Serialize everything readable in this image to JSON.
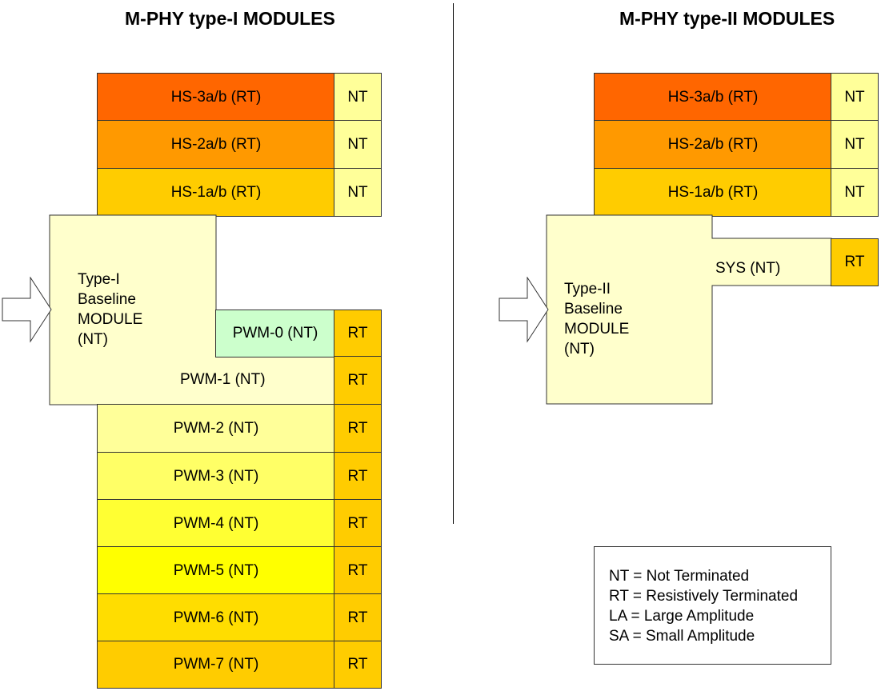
{
  "titles": {
    "left": "M-PHY type-I MODULES",
    "right": "M-PHY type-II MODULES"
  },
  "colors": {
    "hs3": "#ff6600",
    "hs2": "#ff9900",
    "hs1": "#ffcc00",
    "nt_cell": "#ffff99",
    "rt_cell": "#ffcc00",
    "baseline": "#ffffcc",
    "pwm0": "#ccffcc",
    "pwm2": "#ffff99",
    "pwm3": "#ffff66",
    "pwm4": "#ffff33",
    "pwm5": "#ffff00",
    "pwm6": "#ffdd00",
    "pwm7": "#ffcc00"
  },
  "type1": {
    "hs3": "HS-3a/b (RT)",
    "hs2": "HS-2a/b (RT)",
    "hs1": "HS-1a/b (RT)",
    "nt": "NT",
    "rt": "RT",
    "baseline": [
      "Type-I",
      "Baseline",
      "MODULE",
      "(NT)"
    ],
    "pwm0": "PWM-0 (NT)",
    "pwm1": "PWM-1 (NT)",
    "pwm2": "PWM-2 (NT)",
    "pwm3": "PWM-3 (NT)",
    "pwm4": "PWM-4 (NT)",
    "pwm5": "PWM-5 (NT)",
    "pwm6": "PWM-6 (NT)",
    "pwm7": "PWM-7 (NT)"
  },
  "type2": {
    "hs3": "HS-3a/b (RT)",
    "hs2": "HS-2a/b (RT)",
    "hs1": "HS-1a/b (RT)",
    "nt": "NT",
    "rt": "RT",
    "baseline": [
      "Type-II",
      "Baseline",
      "MODULE",
      "(NT)"
    ],
    "sys": "SYS (NT)"
  },
  "legend": [
    "NT = Not Terminated",
    "RT = Resistively Terminated",
    "LA = Large Amplitude",
    "SA = Small Amplitude"
  ]
}
